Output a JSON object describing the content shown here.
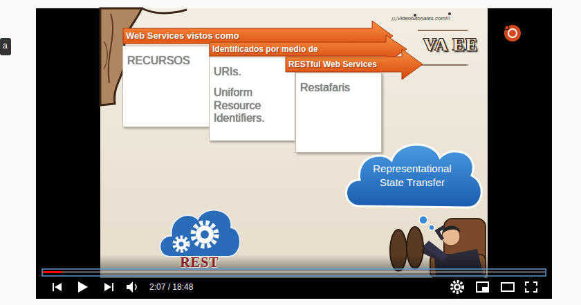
{
  "diagram": {
    "nodes": [
      {
        "text": [
          "Web Services vistos como",
          "RECURSOS"
        ]
      },
      {
        "text": [
          "Identificados por medio de",
          "URIs.",
          "Uniform Resource Identifiers."
        ]
      },
      {
        "text": [
          "RESTful Web Services",
          "Restafaris"
        ]
      },
      {
        "text": [
          "Representational State Transfer"
        ]
      },
      {
        "text": [
          "REST"
        ]
      }
    ],
    "labels": [
      "a",
      "¡¡¡Videotutoriales.com!!!",
      "VA EE",
      "2:07 / 18:48"
    ]
  }
}
